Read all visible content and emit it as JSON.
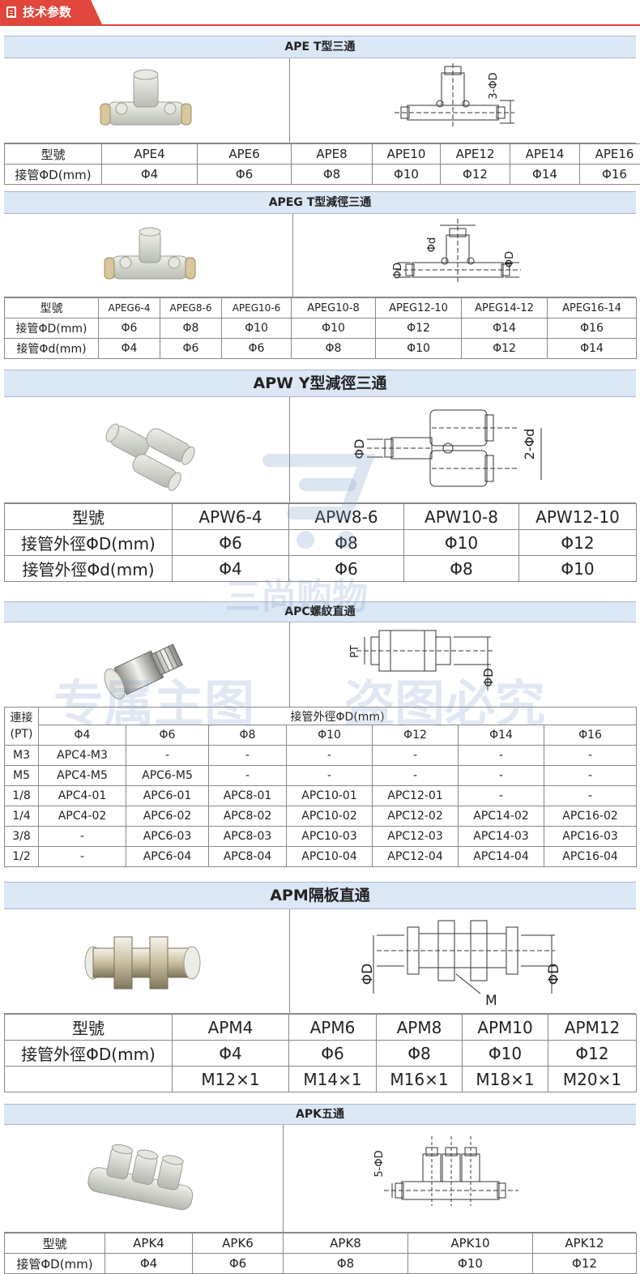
{
  "header": {
    "label": "技术参数"
  },
  "watermarks": [
    "三尚购物",
    "专属主图",
    "盗图必究"
  ],
  "ape": {
    "title": "APE  T型三通",
    "dim_label": "3-ΦD",
    "row1": [
      "型號",
      "APE4",
      "APE6",
      "APE8",
      "APE10",
      "APE12",
      "APE14",
      "APE16"
    ],
    "row2": [
      "接管ΦD(mm)",
      "Φ4",
      "Φ6",
      "Φ8",
      "Φ10",
      "Φ12",
      "Φ14",
      "Φ16"
    ]
  },
  "apeg": {
    "title": "APEG  T型減徑三通",
    "dim_d": "Φd",
    "dim_D1": "ΦD",
    "dim_D2": "ΦD",
    "row1": [
      "型號",
      "APEG6-4",
      "APEG8-6",
      "APEG10-6",
      "APEG10-8",
      "APEG12-10",
      "APEG14-12",
      "APEG16-14"
    ],
    "row2": [
      "接管ΦD(mm)",
      "Φ6",
      "Φ8",
      "Φ10",
      "Φ10",
      "Φ12",
      "Φ14",
      "Φ16"
    ],
    "row3": [
      "接管Φd(mm)",
      "Φ4",
      "Φ6",
      "Φ6",
      "Φ8",
      "Φ10",
      "Φ12",
      "Φ14"
    ]
  },
  "apw": {
    "title": "APW  Y型減徑三通",
    "dim_D": "ΦD",
    "dim_d": "2-Φd",
    "row1": [
      "型號",
      "APW6-4",
      "APW8-6",
      "APW10-8",
      "APW12-10"
    ],
    "row2": [
      "接管外徑ΦD(mm)",
      "Φ6",
      "Φ8",
      "Φ10",
      "Φ12"
    ],
    "row3": [
      "接管外徑Φd(mm)",
      "Φ4",
      "Φ6",
      "Φ8",
      "Φ10"
    ]
  },
  "apc": {
    "title": "APC螺紋直通",
    "dim_pt": "PT",
    "dim_D": "ΦD",
    "corner": "連接\n(PT)",
    "header_span": "接管外徑ΦD(mm)",
    "sizes": [
      "Φ4",
      "Φ6",
      "Φ8",
      "Φ10",
      "Φ12",
      "Φ14",
      "Φ16"
    ],
    "rows": [
      [
        "M3",
        "APC4-M3",
        "-",
        "-",
        "-",
        "-",
        "-",
        "-"
      ],
      [
        "M5",
        "APC4-M5",
        "APC6-M5",
        "-",
        "-",
        "-",
        "-",
        "-"
      ],
      [
        "1/8",
        "APC4-01",
        "APC6-01",
        "APC8-01",
        "APC10-01",
        "APC12-01",
        "-",
        "-"
      ],
      [
        "1/4",
        "APC4-02",
        "APC6-02",
        "APC8-02",
        "APC10-02",
        "APC12-02",
        "APC14-02",
        "APC16-02"
      ],
      [
        "3/8",
        "-",
        "APC6-03",
        "APC8-03",
        "APC10-03",
        "APC12-03",
        "APC14-03",
        "APC16-03"
      ],
      [
        "1/2",
        "-",
        "APC6-04",
        "APC8-04",
        "APC10-04",
        "APC12-04",
        "APC14-04",
        "APC16-04"
      ]
    ]
  },
  "apm": {
    "title": "APM隔板直通",
    "dim_D1": "ΦD",
    "dim_D2": "ΦD",
    "dim_M": "M",
    "row1": [
      "型號",
      "APM4",
      "APM6",
      "APM8",
      "APM10",
      "APM12"
    ],
    "row2": [
      "接管外徑ΦD(mm)",
      "Φ4",
      "Φ6",
      "Φ8",
      "Φ10",
      "Φ12"
    ],
    "row3": [
      "",
      "M12×1",
      "M14×1",
      "M16×1",
      "M18×1",
      "M20×1"
    ]
  },
  "apk": {
    "title": "APK五通",
    "dim_label": "5-ΦD",
    "row1": [
      "型號",
      "APK4",
      "APK6",
      "APK8",
      "APK10",
      "APK12"
    ],
    "row2": [
      "接管ΦD(mm)",
      "Φ4",
      "Φ6",
      "Φ8",
      "Φ10",
      "Φ12"
    ]
  }
}
